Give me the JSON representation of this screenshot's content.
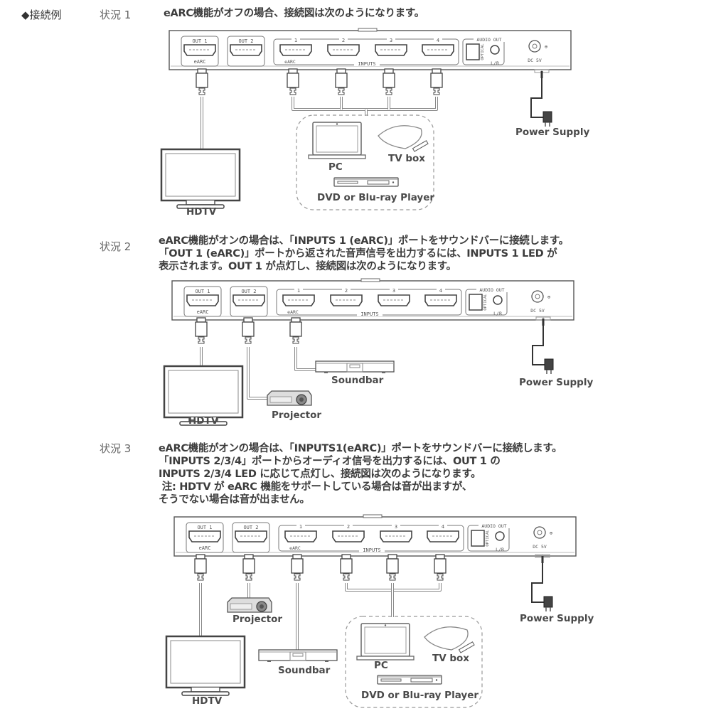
{
  "section_title": "◆接続例",
  "cases": [
    {
      "label": "状況 1",
      "description": "eARC機能がオフの場合、接続図は次のようになります。",
      "devices": {
        "hdtv": "HDTV",
        "pc": "PC",
        "tvbox": "TV box",
        "dvd": "DVD or Blu-ray Player",
        "power": "Power Supply"
      }
    },
    {
      "label": "状況 2",
      "description": "eARC機能がオンの場合は、「INPUTS 1 (eARC)」ポートをサウンドバーに接続します。\n「OUT 1 (eARC)」ポートから返された音声信号を出力するには、INPUTS 1 LED が\n表示されます。OUT 1 が点灯し、接続図は次のようになります。",
      "devices": {
        "hdtv": "HDTV",
        "projector": "Projector",
        "soundbar": "Soundbar",
        "power": "Power Supply"
      }
    },
    {
      "label": "状況 3",
      "description": "eARC機能がオンの場合は、「INPUTS1(eARC)」ポートをサウンドバーに接続します。\n「INPUTS 2/3/4」ポートからオーディオ信号を出力するには、OUT 1 の\nINPUTS 2/3/4 LED に応じて点灯し、接続図は次のようになります。\n 注: HDTV が eARC 機能をサポートしている場合は音が出ますが、\nそうでない場合は音が出ません。",
      "devices": {
        "hdtv": "HDTV",
        "projector": "Projector",
        "soundbar": "Soundbar",
        "pc": "PC",
        "tvbox": "TV box",
        "dvd": "DVD or Blu-ray Player",
        "power": "Power Supply"
      }
    }
  ],
  "panel": {
    "out1": "OUT 1",
    "out2": "OUT 2",
    "earc": "eARC",
    "inputs": [
      "1",
      "2",
      "3",
      "4"
    ],
    "inputs_label": "INPUTS",
    "audio_out": "AUDIO OUT",
    "optical": "OPTICAL",
    "lr": "L/R",
    "dc": "DC 5V"
  }
}
